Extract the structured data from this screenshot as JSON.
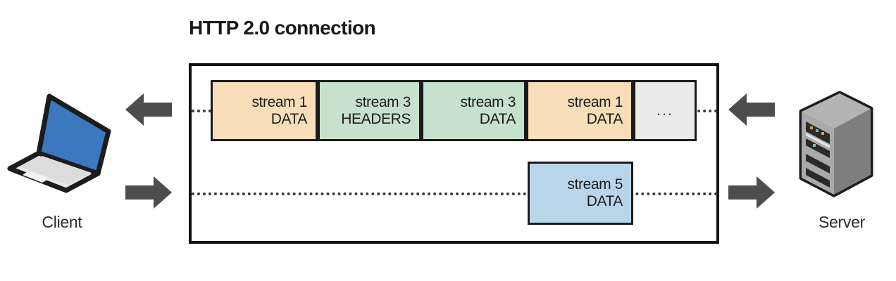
{
  "diagram": {
    "title": "HTTP 2.0 connection",
    "colors": {
      "frame_data_peach": "#f7ddb8",
      "frame_headers_green": "#c6e2cc",
      "frame_data_green": "#c6e2cc",
      "frame_data_blue": "#b9d5ea",
      "frame_ellipsis_gray": "#ebebeb",
      "outline_black": "#111111",
      "arrow_gray": "#4d4d4d",
      "dotted_line_gray": "#3b3b3b",
      "laptop_screen_blue": "#3b78bd",
      "server_gray": "#9a9a9a"
    },
    "endpoints": {
      "client": {
        "label": "Client",
        "icon": "laptop-icon"
      },
      "server": {
        "label": "Server",
        "icon": "server-rack-icon"
      }
    },
    "arrows": [
      {
        "name": "arrow-client-inbound",
        "direction": "left",
        "channel": "downstream"
      },
      {
        "name": "arrow-server-outbound",
        "direction": "left",
        "channel": "downstream"
      },
      {
        "name": "arrow-client-outbound",
        "direction": "right",
        "channel": "upstream"
      },
      {
        "name": "arrow-server-inbound",
        "direction": "right",
        "channel": "upstream"
      }
    ],
    "channels": [
      {
        "name": "downstream",
        "frames": [
          {
            "stream": "stream 1",
            "type": "DATA",
            "color": "#f7ddb8"
          },
          {
            "stream": "stream 3",
            "type": "HEADERS",
            "color": "#c6e2cc"
          },
          {
            "stream": "stream 3",
            "type": "DATA",
            "color": "#c6e2cc"
          },
          {
            "stream": "stream 1",
            "type": "DATA",
            "color": "#f7ddb8"
          },
          {
            "stream": "...",
            "type": "",
            "color": "#ebebeb"
          }
        ]
      },
      {
        "name": "upstream",
        "frames": [
          {
            "stream": "stream 5",
            "type": "DATA",
            "color": "#b9d5ea"
          }
        ]
      }
    ]
  }
}
